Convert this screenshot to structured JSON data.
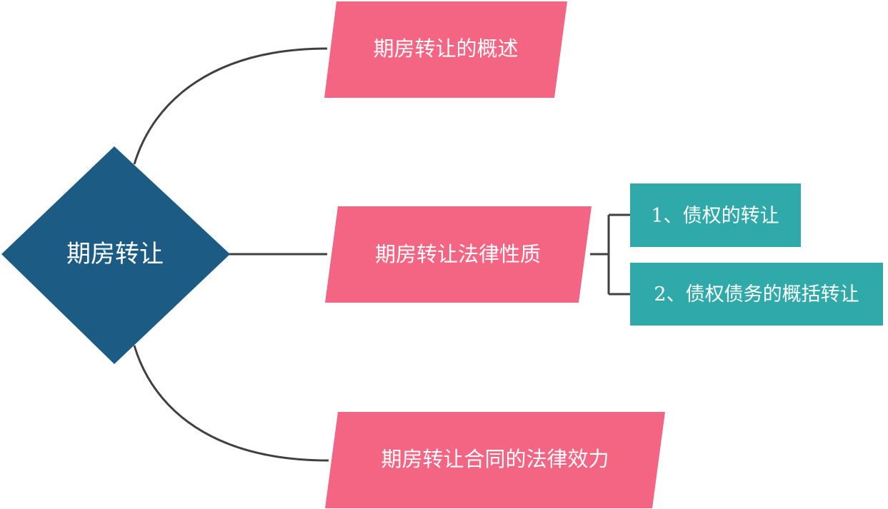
{
  "colors": {
    "root_fill": "#1c5c84",
    "branch_fill": "#f46583",
    "leaf_fill": "#2fa9a9",
    "connector": "#404040",
    "label": "#ffffff"
  },
  "root": {
    "label": "期房转让"
  },
  "branches": [
    {
      "label": "期房转让的概述"
    },
    {
      "label": "期房转让法律性质",
      "children": [
        {
          "label": "1、债权的转让"
        },
        {
          "label": "2、债权债务的概括转让"
        }
      ]
    },
    {
      "label": "期房转让合同的法律效力"
    }
  ]
}
